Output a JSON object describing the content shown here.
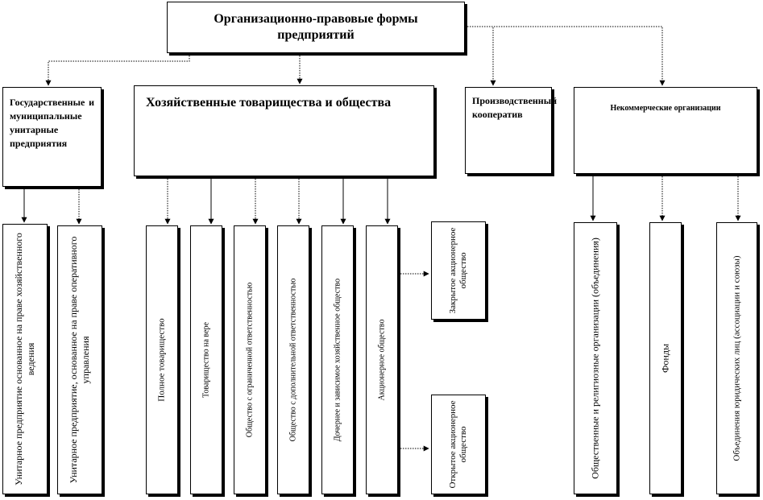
{
  "diagram": {
    "root": "Организационно-правовые формы предприятий",
    "categories": {
      "state": "Государственные и муниципальные унитарные предприятия",
      "business": "Хозяйственные товарищества и общества",
      "coop": "Производственный кооператив",
      "nonprofit": "Некоммерческие организации"
    },
    "state_items": [
      "Унитарное предприятие основанное на праве хозяйственного ведения",
      "Унитарное предприятие, основанное на праве оперативного управления"
    ],
    "business_items": [
      "Полное товарищество",
      "Товарищество на вере",
      "Общество с ограниченной ответственностью",
      "Общество с дополнительной ответственностью",
      "Дочернее и зависимое хозяйственное общество",
      "Акционерное общество"
    ],
    "jsc_types": [
      "Закрытое акционерное общество",
      "Открытое акционерное общество"
    ],
    "nonprofit_items": [
      "Общественные и религиозные организации (объединения)",
      "Фонды",
      "Объединения юридических лиц (ассоциации и союзы)"
    ]
  }
}
